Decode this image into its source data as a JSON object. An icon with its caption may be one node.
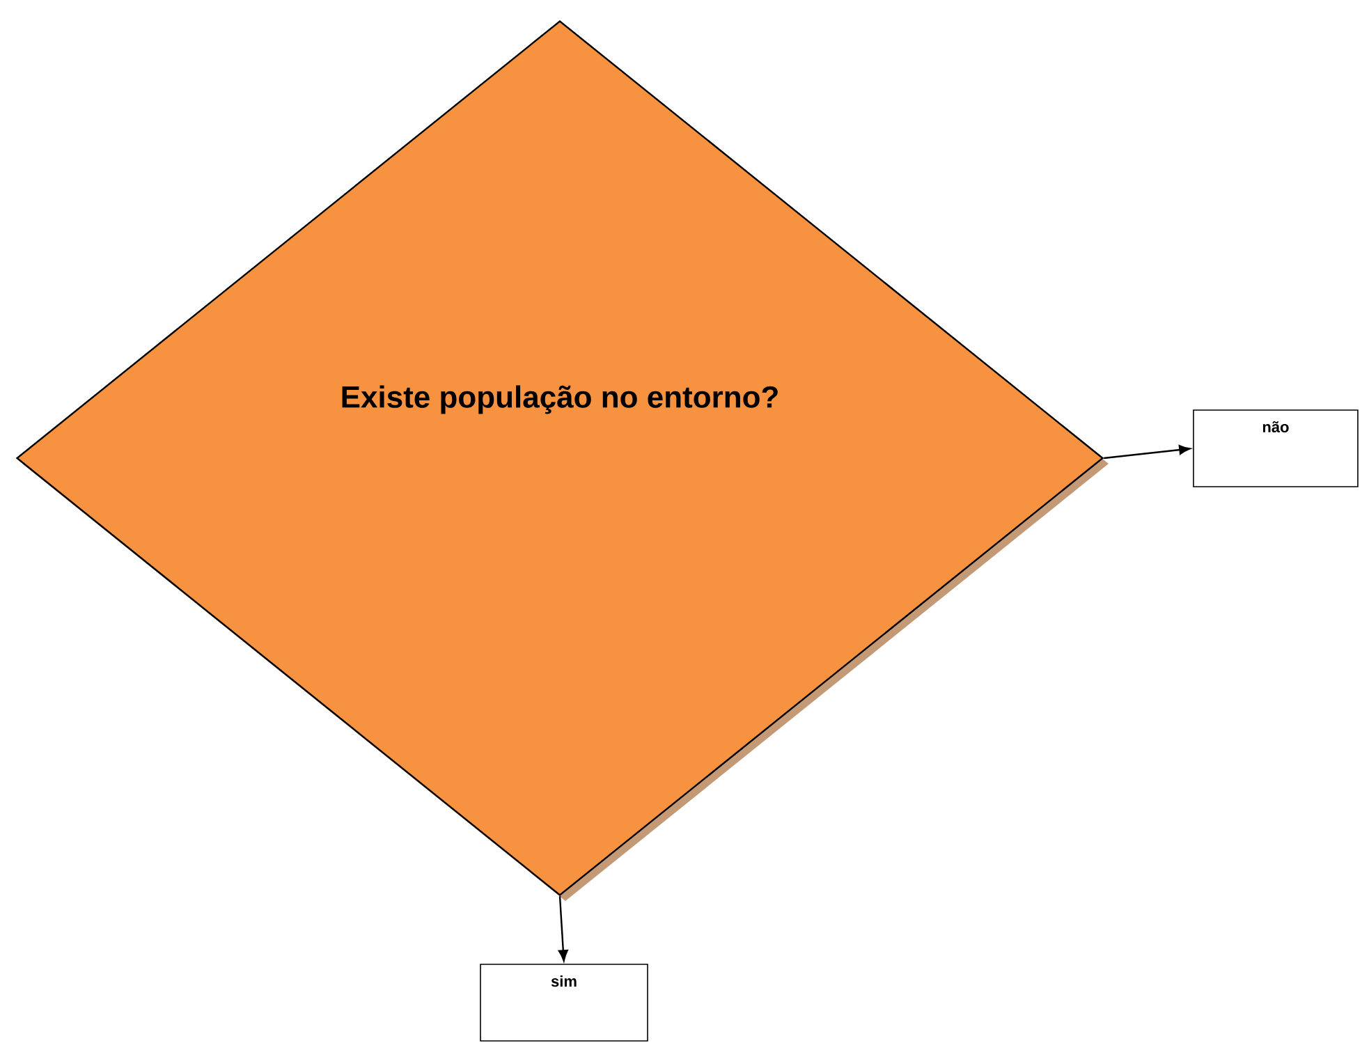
{
  "diagram": {
    "nodes": [
      {
        "text": [
          "Existe população no entorno?"
        ]
      },
      {
        "text": [
          "não"
        ]
      },
      {
        "text": [
          "sim"
        ]
      }
    ],
    "edges": [
      {
        "from": 0,
        "to": 1,
        "arrow": "to"
      },
      {
        "from": 0,
        "to": 2,
        "arrow": "to"
      }
    ]
  }
}
